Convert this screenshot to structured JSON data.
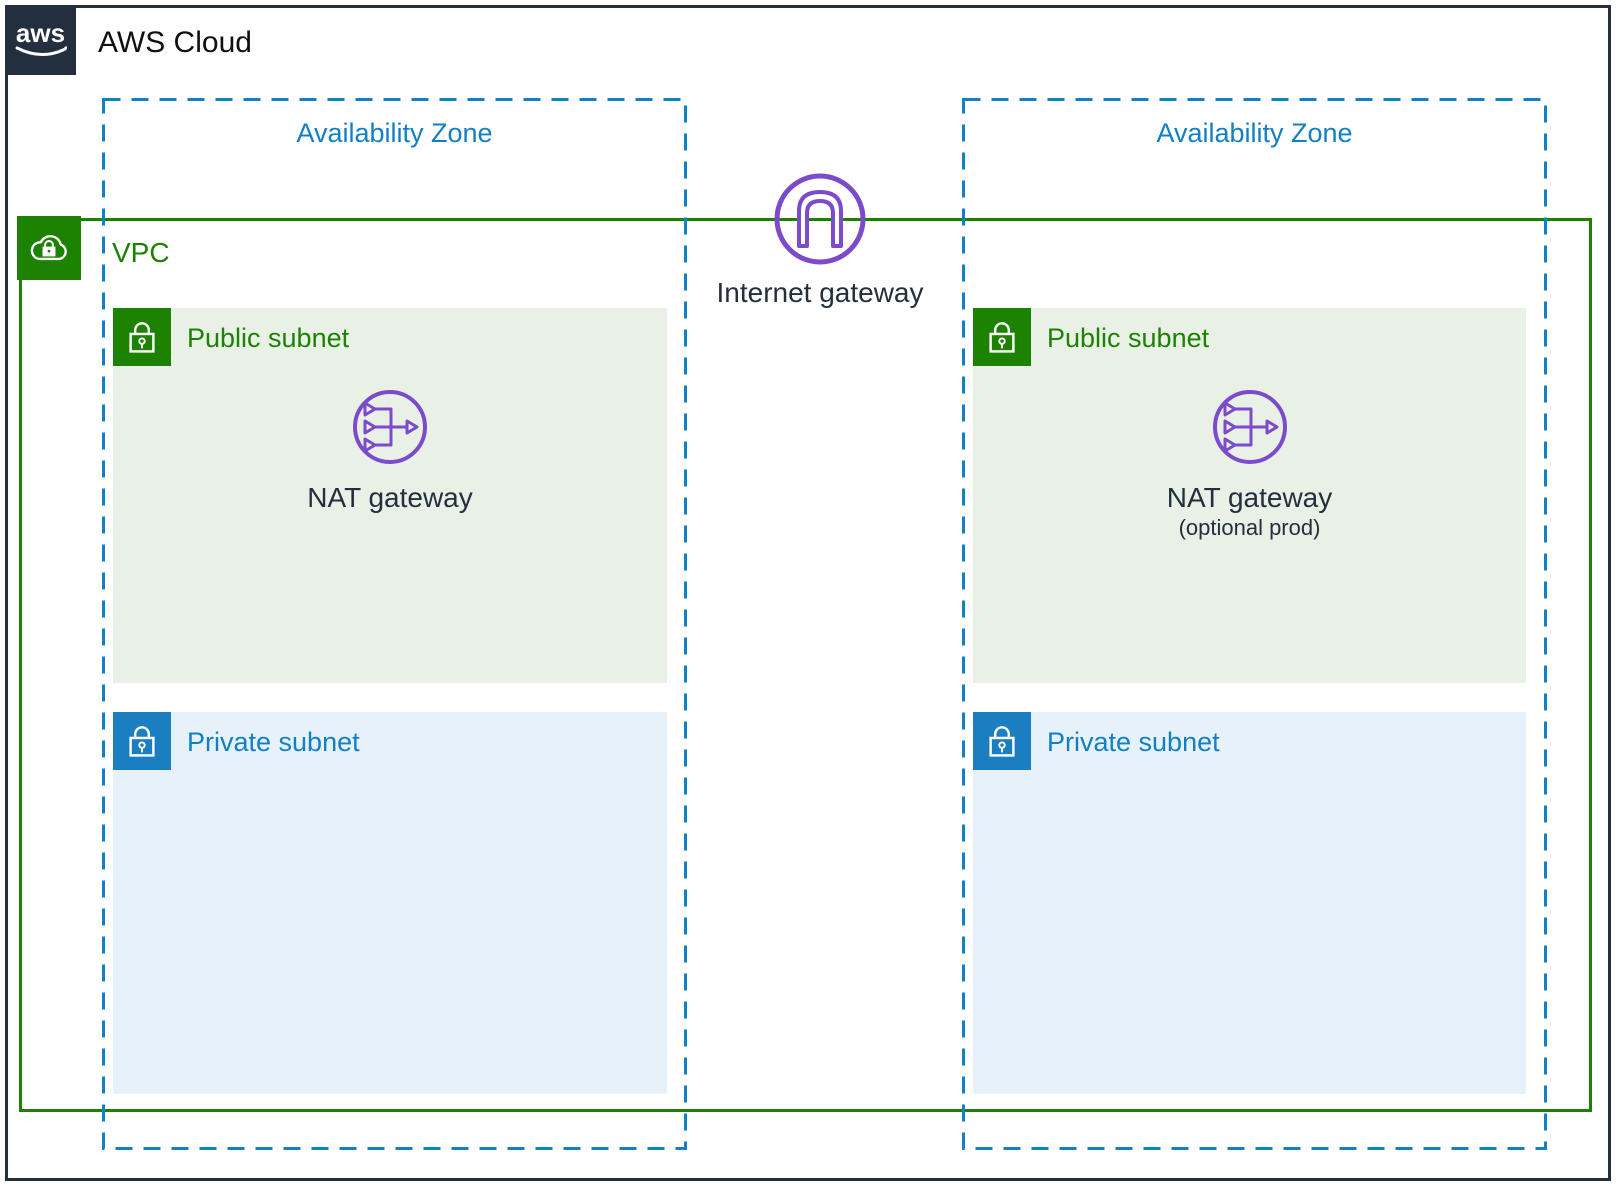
{
  "header": {
    "logo_text": "aws",
    "title": "AWS Cloud"
  },
  "vpc": {
    "label": "VPC"
  },
  "internet_gateway": {
    "label": "Internet gateway"
  },
  "zones": [
    {
      "label": "Availability Zone",
      "public_subnet": {
        "label": "Public subnet"
      },
      "private_subnet": {
        "label": "Private subnet"
      },
      "nat_gateway": {
        "label": "NAT gateway"
      }
    },
    {
      "label": "Availability Zone",
      "public_subnet": {
        "label": "Public subnet"
      },
      "private_subnet": {
        "label": "Private subnet"
      },
      "nat_gateway": {
        "label": "NAT gateway",
        "note": "(optional prod)"
      }
    }
  ],
  "icons": {
    "aws-logo-smile-icon": "amazon smile swoosh",
    "vpc-cloud-lock-icon": "cloud with padlock",
    "public-subnet-lock-icon": "padlock",
    "private-subnet-lock-icon": "padlock",
    "internet-gateway-icon": "purple circle with arch",
    "nat-gateway-icon": "purple circle with merge arrows"
  },
  "colors": {
    "navy": "#232F3E",
    "green": "#1D8102",
    "blue": "#1180C4",
    "purple": "#7B4BCC",
    "public_subnet_bg": "#E9F1E7",
    "private_subnet_bg": "#E7F1F9"
  }
}
